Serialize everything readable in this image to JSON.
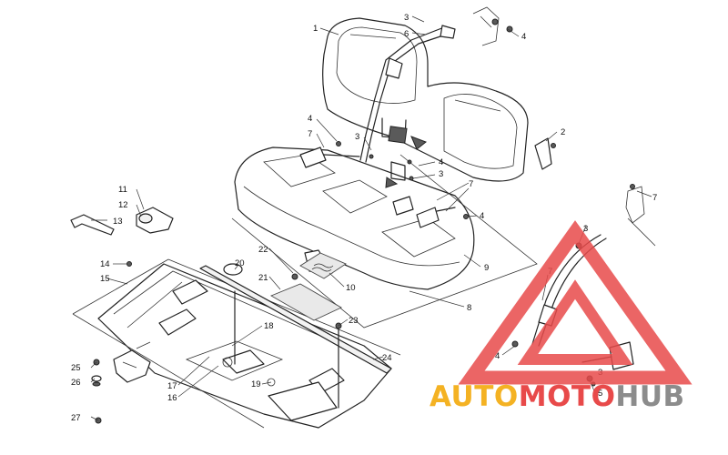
{
  "watermark": {
    "part1": "AUTO",
    "part2": "MOTO",
    "part3": "HUB",
    "colors": {
      "auto": "#f4b223",
      "moto": "#e84a4a",
      "hub": "#8c8c8c"
    },
    "emblem": "warning-triangle"
  },
  "callouts": [
    {
      "id": "c1",
      "label": "1"
    },
    {
      "id": "c2",
      "label": "2"
    },
    {
      "id": "c3a",
      "label": "3"
    },
    {
      "id": "c3b",
      "label": "3"
    },
    {
      "id": "c3c",
      "label": "3"
    },
    {
      "id": "c3d",
      "label": "3"
    },
    {
      "id": "c3e",
      "label": "3"
    },
    {
      "id": "c4a",
      "label": "4"
    },
    {
      "id": "c4b",
      "label": "4"
    },
    {
      "id": "c4c",
      "label": "4"
    },
    {
      "id": "c4d",
      "label": "4"
    },
    {
      "id": "c4e",
      "label": "4"
    },
    {
      "id": "c5",
      "label": "5"
    },
    {
      "id": "c6",
      "label": "6"
    },
    {
      "id": "c7a",
      "label": "7"
    },
    {
      "id": "c7b",
      "label": "7"
    },
    {
      "id": "c7c",
      "label": "7"
    },
    {
      "id": "c7d",
      "label": "7"
    },
    {
      "id": "c8",
      "label": "8"
    },
    {
      "id": "c9",
      "label": "9"
    },
    {
      "id": "c10",
      "label": "10"
    },
    {
      "id": "c11",
      "label": "11"
    },
    {
      "id": "c12",
      "label": "12"
    },
    {
      "id": "c13",
      "label": "13"
    },
    {
      "id": "c14",
      "label": "14"
    },
    {
      "id": "c15",
      "label": "15"
    },
    {
      "id": "c16",
      "label": "16"
    },
    {
      "id": "c17",
      "label": "17"
    },
    {
      "id": "c18",
      "label": "18"
    },
    {
      "id": "c19",
      "label": "19"
    },
    {
      "id": "c20",
      "label": "20"
    },
    {
      "id": "c21",
      "label": "21"
    },
    {
      "id": "c22",
      "label": "22"
    },
    {
      "id": "c23",
      "label": "23"
    },
    {
      "id": "c24",
      "label": "24"
    },
    {
      "id": "c25",
      "label": "25"
    },
    {
      "id": "c26",
      "label": "26"
    },
    {
      "id": "c27",
      "label": "27"
    }
  ]
}
